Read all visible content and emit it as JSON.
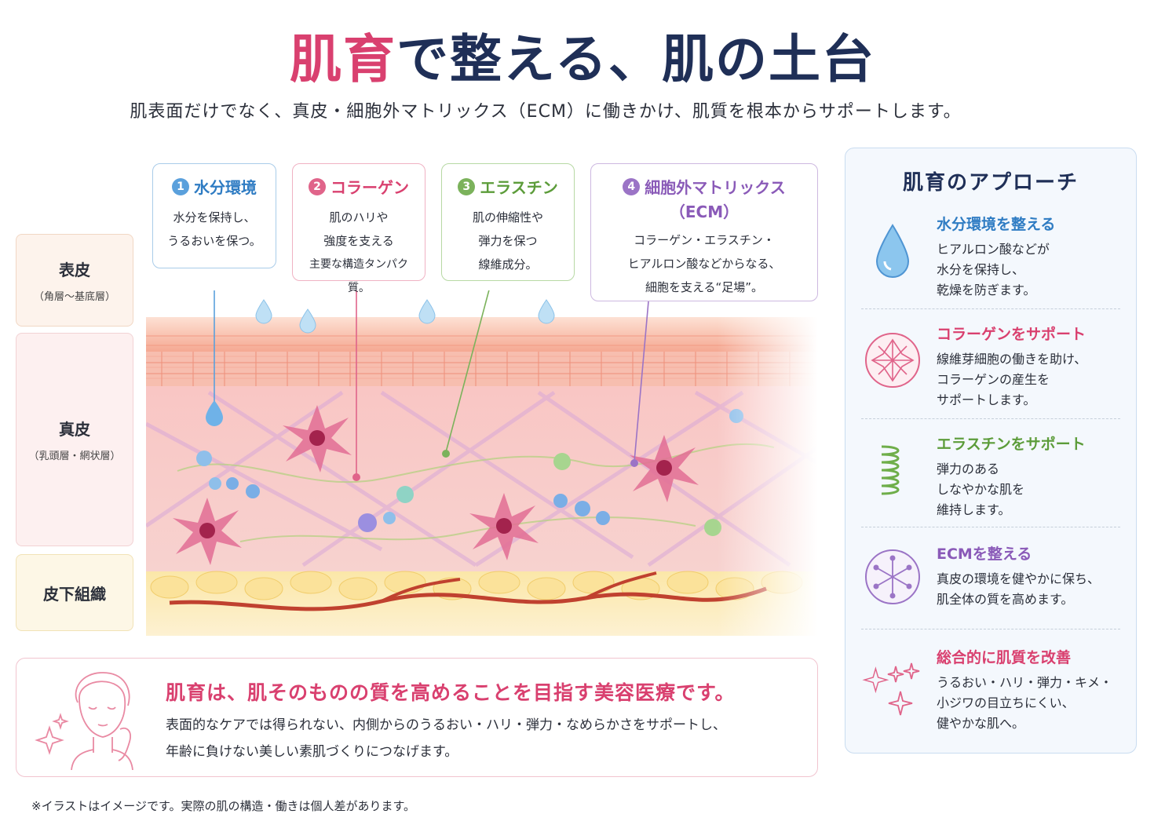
{
  "title": {
    "pink": "肌育",
    "rest": "で整える、肌の土台"
  },
  "subtitle": "肌表面だけでなく、真皮・細胞外マトリックス（ECM）に働きかけ、肌質を根本からサポートします。",
  "layers": {
    "epidermis": {
      "name": "表皮",
      "sub": "（角層〜基底層）"
    },
    "dermis": {
      "name": "真皮",
      "sub": "（乳頭層・網状層）"
    },
    "subcutaneous": {
      "name": "皮下組織"
    }
  },
  "callouts": [
    {
      "num": "1",
      "title": "水分環境",
      "lines": [
        "水分を保持し、",
        "うるおいを保つ。"
      ]
    },
    {
      "num": "2",
      "title": "コラーゲン",
      "lines": [
        "肌のハリや",
        "強度を支える",
        "主要な構造タンパク質。"
      ]
    },
    {
      "num": "3",
      "title": "エラスチン",
      "lines": [
        "肌の伸縮性や",
        "弾力を保つ",
        "線維成分。"
      ]
    },
    {
      "num": "4",
      "title": "細胞外マトリックス",
      "title2": "（ECM）",
      "lines": [
        "コラーゲン・エラスチン・",
        "ヒアルロン酸などからなる、",
        "細胞を支える“足場”。"
      ]
    }
  ],
  "panel": {
    "title": "肌育のアプローチ",
    "items": [
      {
        "icon": "water-drop-icon",
        "title": "水分環境を整える",
        "color": "#2f7cc3",
        "lines": [
          "ヒアルロン酸などが",
          "水分を保持し、",
          "乾燥を防ぎます。"
        ]
      },
      {
        "icon": "collagen-fiber-icon",
        "title": "コラーゲンをサポート",
        "color": "#d9406f",
        "lines": [
          "線維芽細胞の働きを助け、",
          "コラーゲンの産生を",
          "サポートします。"
        ]
      },
      {
        "icon": "elastin-spring-icon",
        "title": "エラスチンをサポート",
        "color": "#5c9c3a",
        "lines": [
          "弾力のある",
          "しなやかな肌を",
          "維持します。"
        ]
      },
      {
        "icon": "ecm-network-icon",
        "title": "ECMを整える",
        "color": "#8a5ab8",
        "lines": [
          "真皮の環境を健やかに保ち、",
          "肌全体の質を高めます。"
        ]
      },
      {
        "icon": "sparkle-icon",
        "title": "総合的に肌質を改善",
        "color": "#d9406f",
        "lines": [
          "うるおい・ハリ・弾力・キメ・",
          "小ジワの目立ちにくい、",
          "健やかな肌へ。"
        ]
      }
    ]
  },
  "bottom": {
    "headline": "肌育は、肌そのものの質を高めることを目指す美容医療です。",
    "lines": [
      "表面的なケアでは得られない、内側からのうるおい・ハリ・弾力・なめらかさをサポートし、",
      "年齢に負けない美しい素肌づくりにつなげます。"
    ]
  },
  "note": "※イラストはイメージです。実際の肌の構造・働きは個人差があります。"
}
